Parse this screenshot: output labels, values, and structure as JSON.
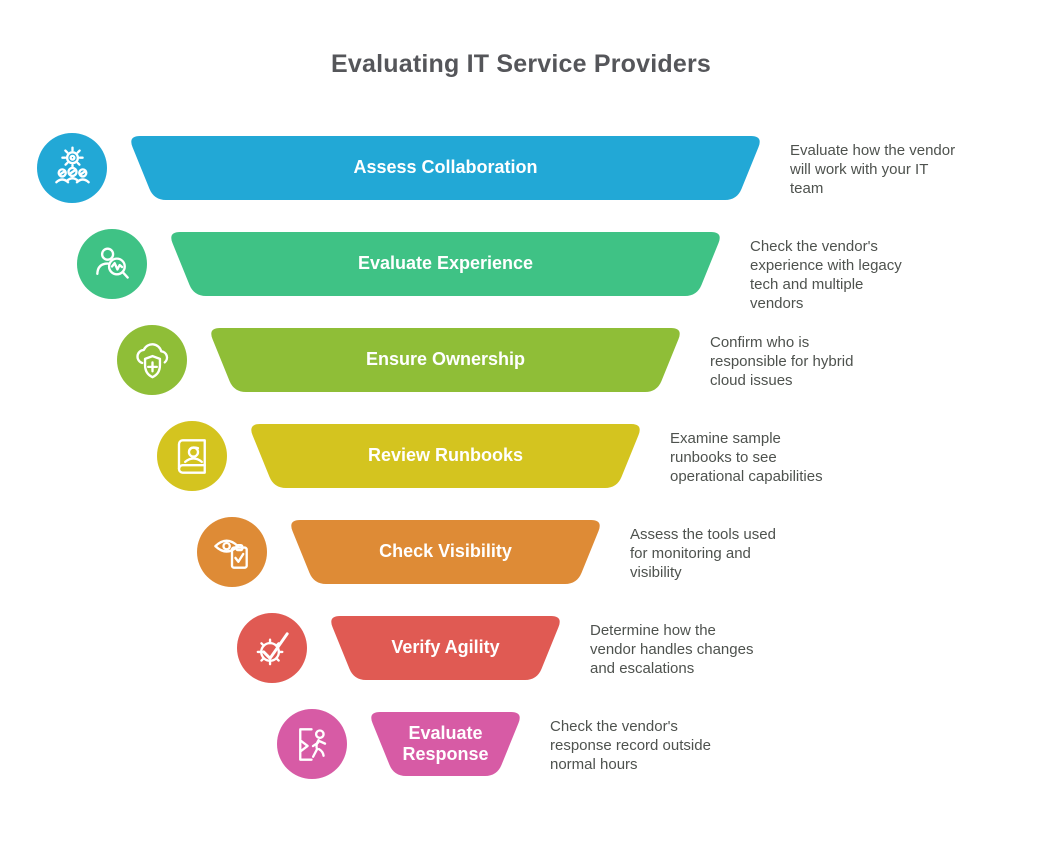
{
  "title": "Evaluating IT Service Providers",
  "text_colors": {
    "title": "#55565A",
    "description": "#4E524E",
    "bar_label": "#FFFFFF"
  },
  "stages": [
    {
      "label": "Assess Collaboration",
      "description": "Evaluate how the vendor\nwill work with your IT\nteam",
      "color": "#22A8D6",
      "icon": "team-collaboration-gear-icon"
    },
    {
      "label": "Evaluate Experience",
      "description": "Check the vendor's\nexperience with legacy\ntech and multiple\nvendors",
      "color": "#3FC285",
      "icon": "person-search-icon"
    },
    {
      "label": "Ensure Ownership",
      "description": "Confirm who is\nresponsible for hybrid\ncloud issues",
      "color": "#8FBE37",
      "icon": "cloud-shield-icon"
    },
    {
      "label": "Review Runbooks",
      "description": "Examine sample\nrunbooks to see\noperational capabilities",
      "color": "#D4C41F",
      "icon": "runbook-icon"
    },
    {
      "label": "Check Visibility",
      "description": "Assess the tools used\nfor monitoring and\nvisibility",
      "color": "#DE8B36",
      "icon": "eye-clipboard-icon"
    },
    {
      "label": "Verify Agility",
      "description": "Determine how the\nvendor handles changes\nand escalations",
      "color": "#E05A53",
      "icon": "gear-check-icon"
    },
    {
      "label": "Evaluate Response",
      "description": "Check the vendor's\nresponse record outside\nnormal hours",
      "color": "#D75BA5",
      "icon": "exit-run-icon"
    }
  ]
}
